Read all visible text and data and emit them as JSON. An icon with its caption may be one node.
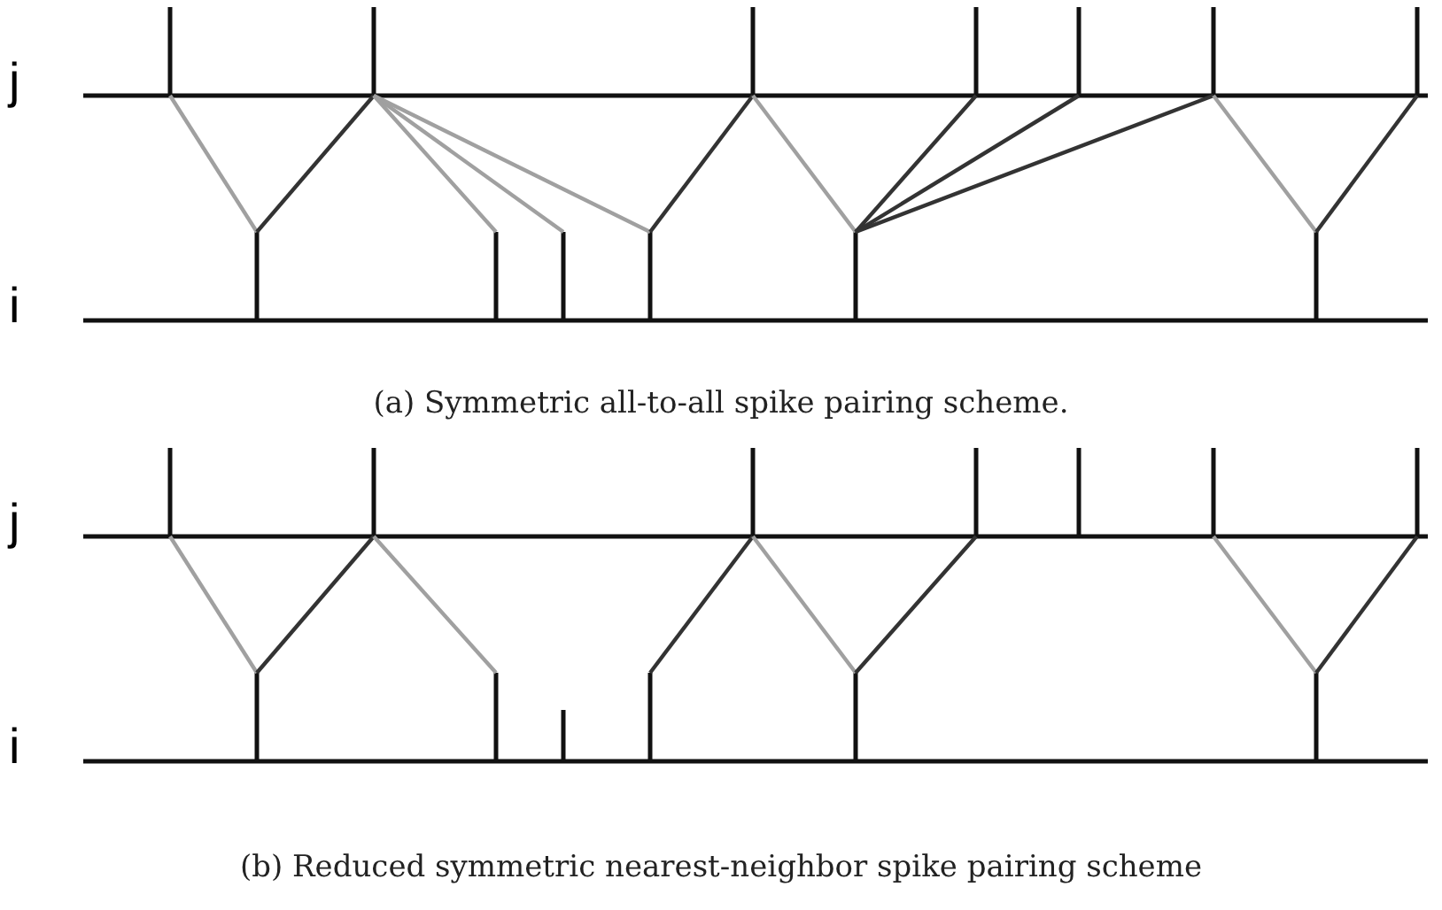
{
  "diagram": {
    "labels": [
      "j",
      "i",
      "(a) Symmetric all-to-all spike pairing scheme.",
      "j",
      "i",
      "(b) Reduced symmetric nearest-neighbor spike pairing scheme"
    ]
  }
}
